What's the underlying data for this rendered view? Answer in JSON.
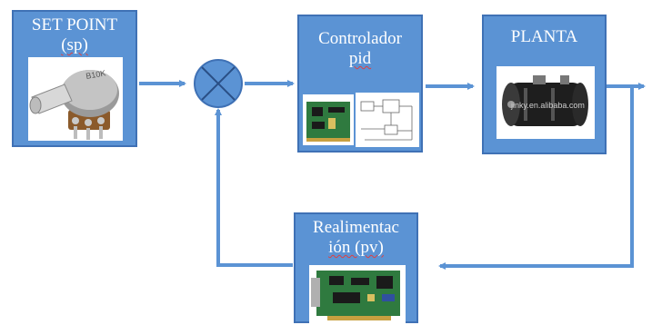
{
  "setpoint": {
    "title_line1": "SET POINT",
    "title_line2": "(sp)",
    "knob_marking": "B10K"
  },
  "controller": {
    "title_line1": "Controlador",
    "title_line2": "pid"
  },
  "plant": {
    "title": "PLANTA",
    "watermark": "jinky.en.alibaba.com"
  },
  "feedback": {
    "title_line1": "Realimentac",
    "title_line2": "ión (pv)"
  },
  "colors": {
    "block_fill": "#5b93d4",
    "block_border": "#3f71b5",
    "arrow": "#5b93d4",
    "text": "#ffffff"
  },
  "icons": {
    "potentiometer": "potentiometer-icon",
    "summing_junction": "summing-junction-icon",
    "circuit_board": "circuit-board-icon",
    "schematic": "schematic-icon",
    "motor": "dc-motor-icon",
    "daq_card": "daq-card-icon"
  }
}
